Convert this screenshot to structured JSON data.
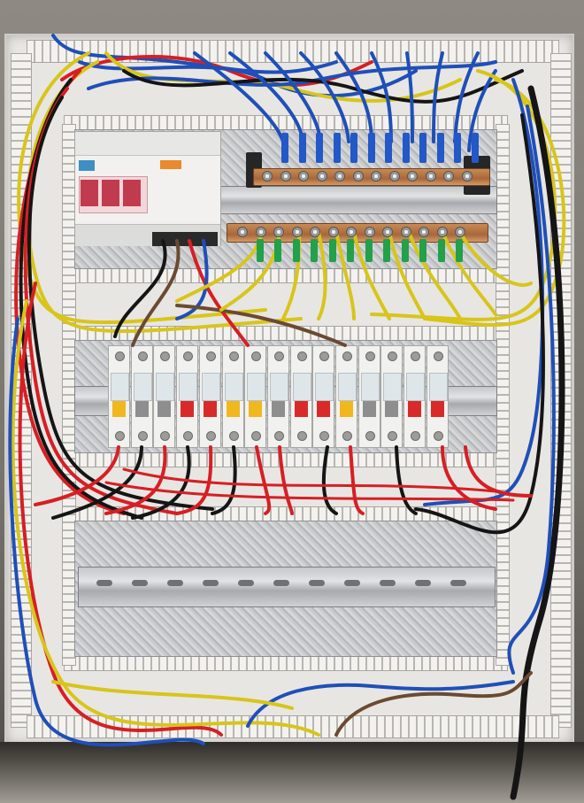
{
  "scene": {
    "description_label": "",
    "colors": {
      "wire_red": "#d61f24",
      "wire_blue": "#1f4fb8",
      "wire_black": "#151515",
      "wire_yellow_green": "#d8c51a",
      "wire_brown": "#6b4a32",
      "busbar_copper": "#b8733f",
      "lever_red": "#d92a2a",
      "lever_yellow": "#f0b81e",
      "lever_gray": "#8e8e8e"
    },
    "breaker_levers": [
      "yellow",
      "gray",
      "gray",
      "red",
      "red",
      "yellow",
      "yellow",
      "gray",
      "red",
      "red",
      "yellow",
      "gray",
      "gray",
      "red",
      "red"
    ],
    "icons": {
      "main_switch": "rcd-main-switch-icon",
      "neutral_bus": "neutral-busbar-icon",
      "earth_bus": "earth-busbar-icon"
    }
  }
}
